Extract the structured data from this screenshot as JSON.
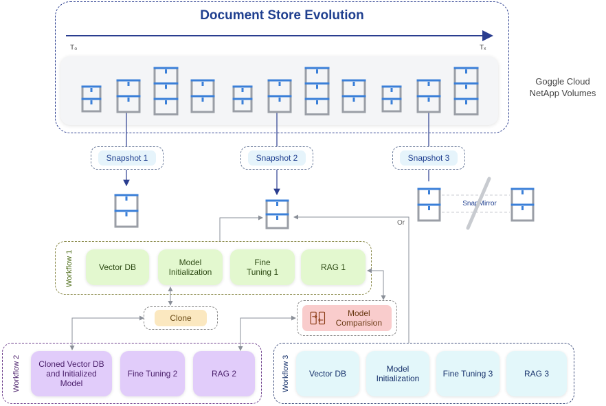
{
  "header": {
    "title": "Document Store Evolution",
    "t_start": "T₀",
    "t_end": "Tₓ"
  },
  "storage_label": "Goggle Cloud NetApp Volumes",
  "snapshots": [
    {
      "label": "Snapshot 1"
    },
    {
      "label": "Snapshot 2"
    },
    {
      "label": "Snapshot 3"
    }
  ],
  "snapmirror_label": "SnapMirror",
  "or_label": "Or",
  "workflow1": {
    "label": "Workflow 1",
    "steps": [
      "Vector DB",
      "Model Initialization",
      "Fine Tuning 1",
      "RAG 1"
    ]
  },
  "clone_label": "Clone",
  "model_comparison_label": "Model Comparision",
  "workflow2": {
    "label": "Workflow 2",
    "steps": [
      "Cloned Vector DB and Initialized Model",
      "Fine Tuning 2",
      "RAG 2"
    ]
  },
  "workflow3": {
    "label": "Workflow 3",
    "steps": [
      "Vector DB",
      "Model Initialization",
      "Fine Tuning 3",
      "RAG 3"
    ]
  },
  "colors": {
    "title": "#1f3f8f",
    "cabinet_blue": "#3a7fd8",
    "cabinet_gray": "#9a9ea6",
    "workflow1_fill": "#e3f8cf",
    "workflow2_fill": "#e1ccfa",
    "workflow3_fill": "#e3f7fa",
    "clone_fill": "#fbe8c0",
    "comparison_fill": "#f9cccc"
  }
}
